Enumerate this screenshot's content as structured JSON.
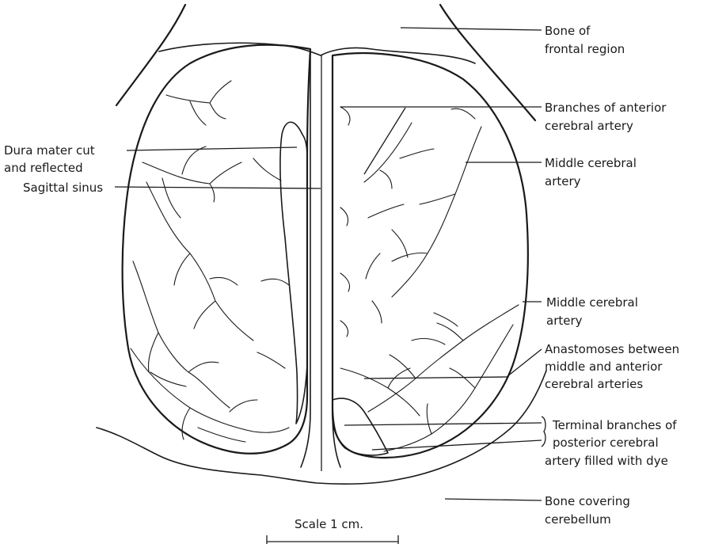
{
  "labels": {
    "bone_frontal": [
      "Bone of",
      "frontal region"
    ],
    "branches_anterior": [
      "Branches of anterior",
      "cerebral artery"
    ],
    "middle_cerebral_1": [
      "Middle cerebral",
      "artery"
    ],
    "dura_mater": [
      "Dura mater cut",
      "and reflected"
    ],
    "sagittal_sinus": [
      "Sagittal sinus"
    ],
    "middle_cerebral_2": [
      "Middle cerebral",
      "artery"
    ],
    "anastomoses": [
      "Anastomoses between",
      "middle and anterior",
      "cerebral arteries"
    ],
    "terminal_branches": [
      "Terminal branches of",
      "posterior cerebral",
      "artery filled with dye"
    ],
    "bone_cerebellum": [
      "Bone covering",
      "cerebellum"
    ],
    "scale": [
      "Scale 1 cm."
    ]
  },
  "colors": {
    "ink": "#1a1a1a",
    "paper": "#ffffff"
  }
}
